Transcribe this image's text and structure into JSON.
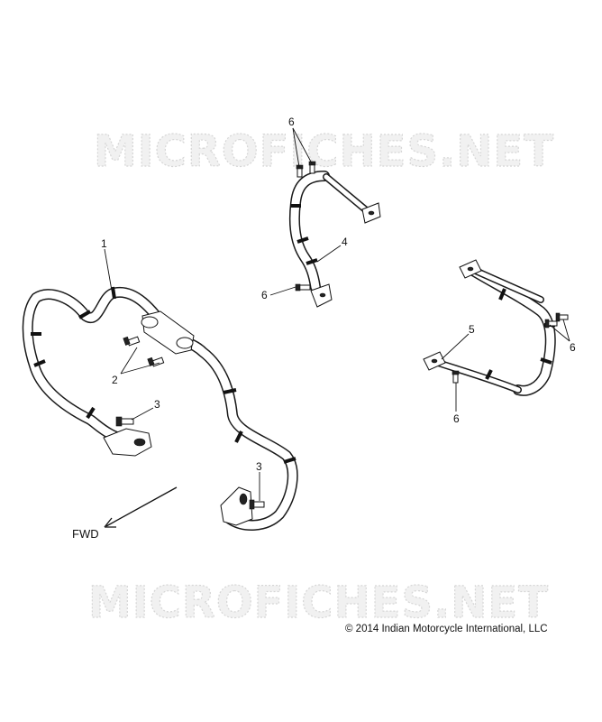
{
  "watermark": "MICROFICHES.NET",
  "direction_label": "FWD",
  "copyright": "© 2014 Indian Motorcycle International, LLC",
  "callouts": {
    "c1": "1",
    "c2": "2",
    "c3a": "3",
    "c3b": "3",
    "c4": "4",
    "c5": "5",
    "c6a": "6",
    "c6b": "6",
    "c6c": "6",
    "c6d": "6"
  }
}
